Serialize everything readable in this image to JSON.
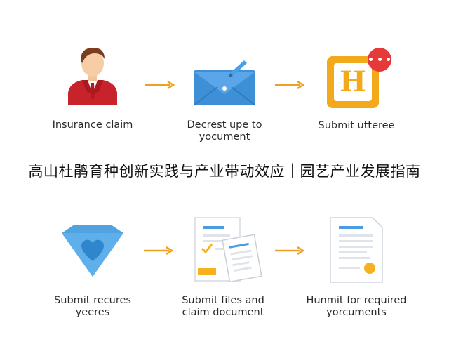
{
  "colors": {
    "arrow": "#f0a020",
    "person_suit": "#c8222a",
    "envelope": "#3d8fd6",
    "h_badge": "#f2a91c",
    "notification": "#e63a3a",
    "diamond": "#4fa3e0",
    "doc_accent": "#f5b21e",
    "doc_blue": "#4b9be0"
  },
  "banner": {
    "text": "高山杜鹃育种创新实践与产业带动效应｜园艺产业发展指南"
  },
  "row1": {
    "steps": [
      {
        "icon": "person-icon",
        "label": "Insurance claim"
      },
      {
        "icon": "envelope-icon",
        "label": "Decrest upe to\nyocument"
      },
      {
        "icon": "h-badge-icon",
        "badge_letter": "H",
        "label": "Submit utteree"
      }
    ]
  },
  "row2": {
    "steps": [
      {
        "icon": "heart-diamond-icon",
        "label": "Submit recures\nyeeres"
      },
      {
        "icon": "documents-icon",
        "label": "Submit files and\nclaim document"
      },
      {
        "icon": "form-document-icon",
        "label": "Hunmit for required\nyorcuments"
      }
    ]
  }
}
